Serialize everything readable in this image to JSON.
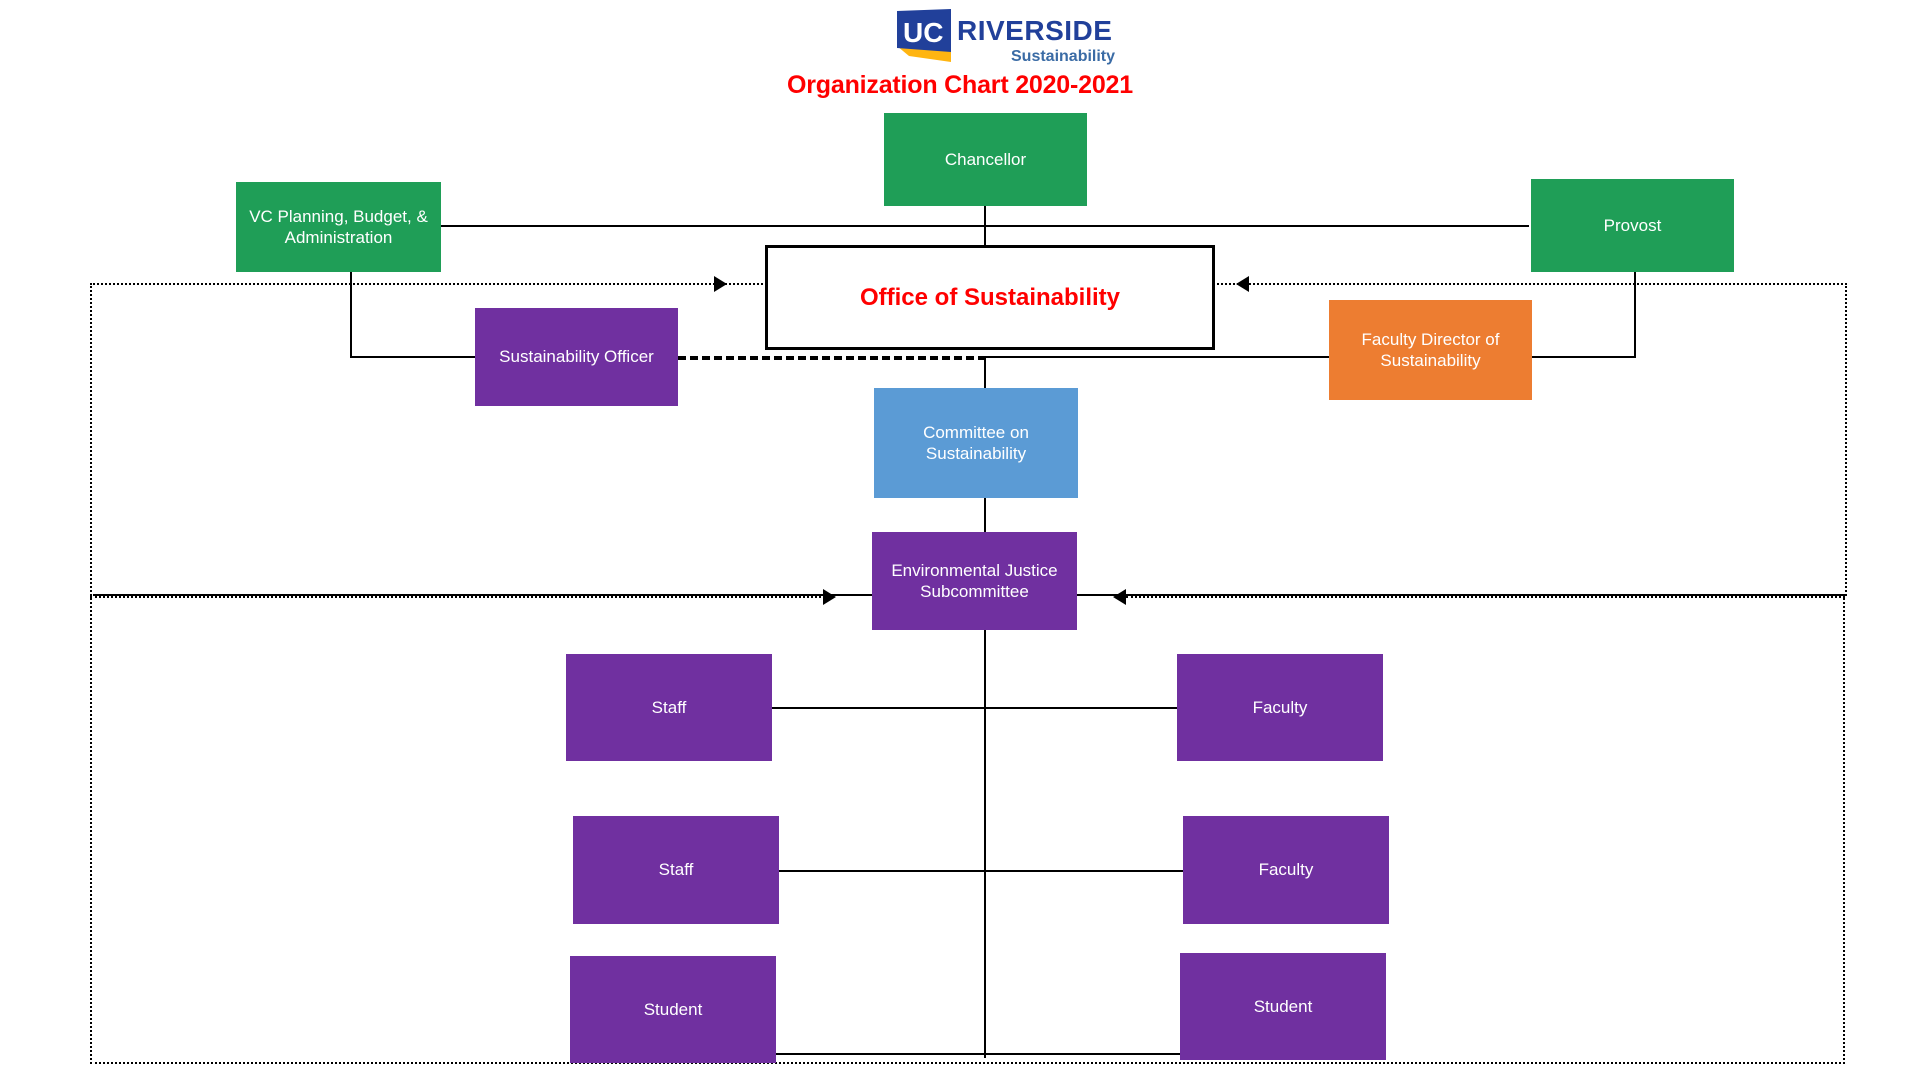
{
  "logo": {
    "mark_text": "UC",
    "wordmark": "RIVERSIDE",
    "subtitle": "Sustainability",
    "blue": "#21409A",
    "gold": "#FFB511",
    "subtitle_color": "#3A6BA5"
  },
  "title": "Organization Chart 2020-2021",
  "title_color": "#FF0000",
  "palette": {
    "green": "#1F9E57",
    "purple": "#7030A0",
    "orange": "#ED7D31",
    "blue": "#5B9BD5",
    "white": "#FFFFFF",
    "outline": "#000000",
    "accent_red": "#FF0000"
  },
  "chart_data": {
    "type": "diagram",
    "title": "Organization Chart 2020-2021",
    "nodes": [
      {
        "id": "chancellor",
        "label": "Chancellor",
        "color": "#1F9E57"
      },
      {
        "id": "vc-planning",
        "label": "VC Planning, Budget, & Administration",
        "color": "#1F9E57"
      },
      {
        "id": "provost",
        "label": "Provost",
        "color": "#1F9E57"
      },
      {
        "id": "office",
        "label": "Office of Sustainability",
        "color": "#FFFFFF"
      },
      {
        "id": "sust-officer",
        "label": "Sustainability Officer",
        "color": "#7030A0"
      },
      {
        "id": "faculty-dir",
        "label": "Faculty Director of Sustainability",
        "color": "#ED7D31"
      },
      {
        "id": "committee",
        "label": "Committee on Sustainability",
        "color": "#5B9BD5"
      },
      {
        "id": "ej-sub",
        "label": "Environmental Justice Subcommittee",
        "color": "#7030A0"
      },
      {
        "id": "staff-1",
        "label": "Staff",
        "color": "#7030A0"
      },
      {
        "id": "faculty-1",
        "label": "Faculty",
        "color": "#7030A0"
      },
      {
        "id": "staff-2",
        "label": "Staff",
        "color": "#7030A0"
      },
      {
        "id": "faculty-2",
        "label": "Faculty",
        "color": "#7030A0"
      },
      {
        "id": "student-1",
        "label": "Student",
        "color": "#7030A0"
      },
      {
        "id": "student-2",
        "label": "Student",
        "color": "#7030A0"
      }
    ],
    "edges": [
      {
        "from": "chancellor",
        "to": "office",
        "style": "solid"
      },
      {
        "from": "vc-planning",
        "to": "office",
        "style": "solid"
      },
      {
        "from": "provost",
        "to": "office",
        "style": "solid"
      },
      {
        "from": "vc-planning",
        "to": "sust-officer",
        "style": "solid"
      },
      {
        "from": "provost",
        "to": "faculty-dir",
        "style": "solid"
      },
      {
        "from": "sust-officer",
        "to": "faculty-dir",
        "style": "dashed"
      },
      {
        "from": "office",
        "to": "committee",
        "style": "solid"
      },
      {
        "from": "committee",
        "to": "ej-sub",
        "style": "solid"
      },
      {
        "from": "ej-sub",
        "to": "staff-1",
        "style": "solid"
      },
      {
        "from": "ej-sub",
        "to": "faculty-1",
        "style": "solid"
      },
      {
        "from": "ej-sub",
        "to": "staff-2",
        "style": "solid"
      },
      {
        "from": "ej-sub",
        "to": "faculty-2",
        "style": "solid"
      },
      {
        "from": "ej-sub",
        "to": "student-1",
        "style": "solid"
      },
      {
        "from": "ej-sub",
        "to": "student-2",
        "style": "solid"
      }
    ],
    "regions": [
      {
        "id": "region-upper",
        "style": "dotted"
      },
      {
        "id": "region-lower",
        "style": "dotted"
      }
    ]
  },
  "nodes": {
    "chancellor": {
      "label": "Chancellor"
    },
    "vc_planning": {
      "line1": "VC Planning, Budget, &",
      "line2": "Administration"
    },
    "provost": {
      "label": "Provost"
    },
    "office": {
      "label": "Office of Sustainability"
    },
    "sust_officer": {
      "label": "Sustainability Officer"
    },
    "faculty_dir": {
      "line1": "Faculty Director of",
      "line2": "Sustainability"
    },
    "committee": {
      "line1": "Committee on",
      "line2": "Sustainability"
    },
    "ej_sub": {
      "line1": "Environmental Justice",
      "line2": "Subcommittee"
    },
    "staff_1": {
      "label": "Staff"
    },
    "faculty_1": {
      "label": "Faculty"
    },
    "staff_2": {
      "label": "Staff"
    },
    "faculty_2": {
      "label": "Faculty"
    },
    "student_1": {
      "label": "Student"
    },
    "student_2": {
      "label": "Student"
    }
  }
}
